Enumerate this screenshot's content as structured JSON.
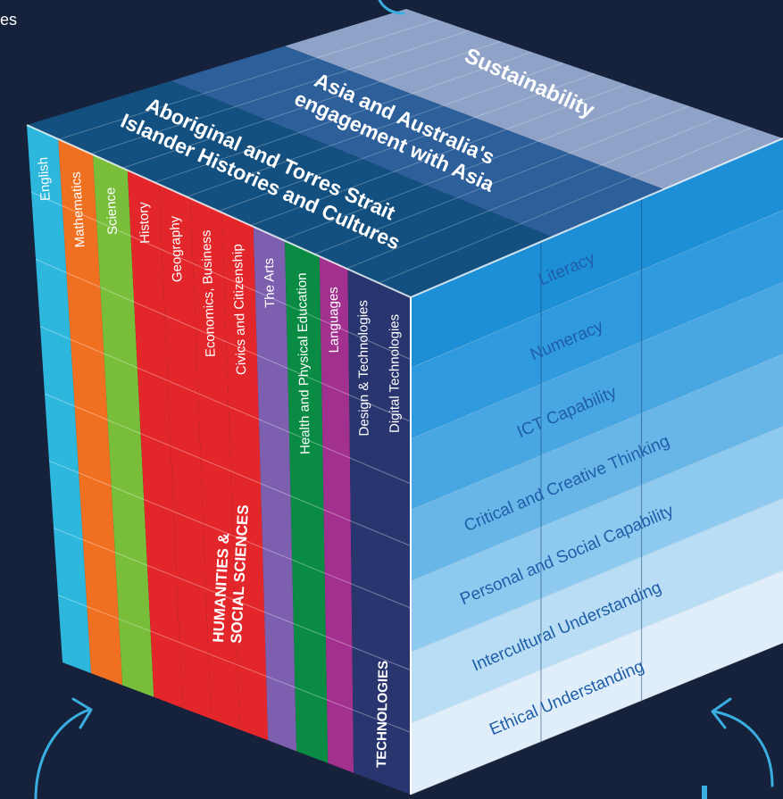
{
  "corner_text": "es",
  "colors": {
    "background": "#16223b",
    "arrow": "#3aaee0"
  },
  "top_face": {
    "bands": [
      {
        "label": "Sustainability",
        "color": "#8fa3c8"
      },
      {
        "label_lines": [
          "Asia and Australia's",
          "engagement with Asia"
        ],
        "color": "#2d5f9a"
      },
      {
        "label_lines": [
          "Aboriginal and Torres Strait",
          "Islander Histories and Cultures"
        ],
        "color": "#14507f"
      }
    ]
  },
  "left_face": {
    "subjects": [
      {
        "label": "English",
        "color": "#2db7dc"
      },
      {
        "label": "Mathematics",
        "color": "#f07022"
      },
      {
        "label": "Science",
        "color": "#79be3b"
      },
      {
        "label": "History",
        "color": "#e3262a"
      },
      {
        "label": "Geography",
        "color": "#e3262a"
      },
      {
        "label": "Economics, Business",
        "color": "#e3262a"
      },
      {
        "label": "Civics and Citizenship",
        "color": "#e3262a"
      },
      {
        "label": "The Arts",
        "color": "#7d5fb0"
      },
      {
        "label": "Health and Physical Education",
        "color": "#0a8b43"
      },
      {
        "label": "Languages",
        "color": "#a2308e"
      },
      {
        "label": "Design & Technologies",
        "color": "#29356f"
      },
      {
        "label": "Digital Technologies",
        "color": "#29356f"
      }
    ],
    "group_labels": [
      {
        "lines": [
          "HUMANITIES &",
          "SOCIAL SCIENCES"
        ]
      },
      {
        "lines": [
          "TECHNOLOGIES"
        ]
      }
    ]
  },
  "right_face": {
    "capabilities": [
      {
        "label": "Literacy",
        "color": "#1d8fd6"
      },
      {
        "label": "Numeracy",
        "color": "#2f9ade"
      },
      {
        "label": "ICT Capability",
        "color": "#48a7e2"
      },
      {
        "label": "Critical and Creative Thinking",
        "color": "#68b6e8"
      },
      {
        "label": "Personal and Social Capability",
        "color": "#8ecaef"
      },
      {
        "label": "Intercultural Understanding",
        "color": "#b8ddf5"
      },
      {
        "label": "Ethical Understanding",
        "color": "#e0eefa"
      }
    ]
  }
}
